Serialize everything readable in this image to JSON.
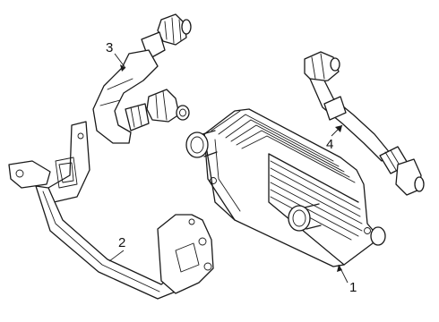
{
  "callouts": [
    {
      "id": "oil-cooler",
      "number": "1"
    },
    {
      "id": "bracket",
      "number": "2"
    },
    {
      "id": "hose-upper",
      "number": "3"
    },
    {
      "id": "hose-right",
      "number": "4"
    }
  ]
}
